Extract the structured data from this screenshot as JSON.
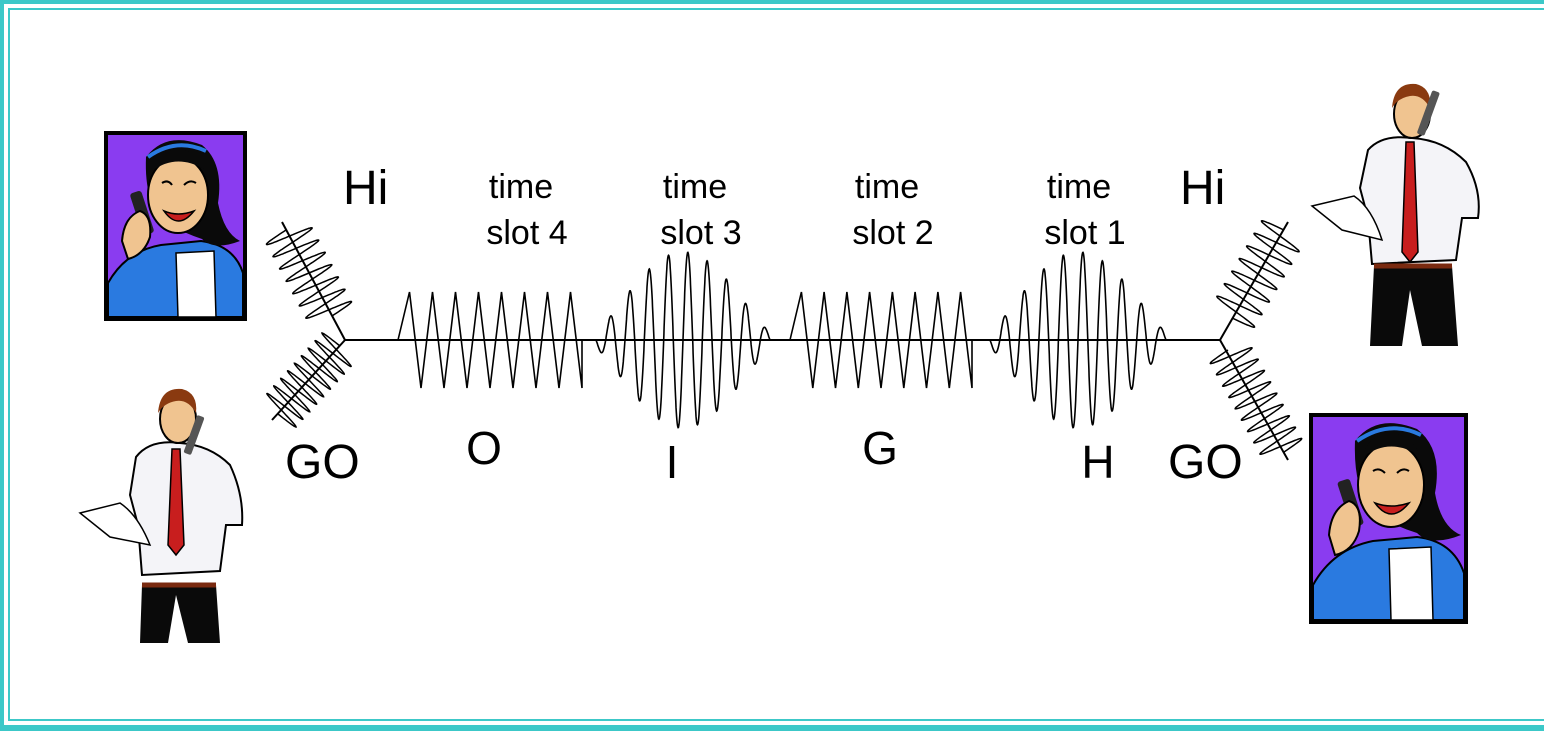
{
  "labels": {
    "hi_left": "Hi",
    "hi_right": "Hi",
    "go_left": "GO",
    "go_right": "GO"
  },
  "slots": [
    {
      "line1": "time",
      "line2": "slot 4",
      "letter": "O"
    },
    {
      "line1": "time",
      "line2": "slot 3",
      "letter": "I"
    },
    {
      "line1": "time",
      "line2": "slot 2",
      "letter": "G"
    },
    {
      "line1": "time",
      "line2": "slot 1",
      "letter": "H"
    }
  ],
  "colors": {
    "frame": "#3cc8c8",
    "photo_bg": "#8a3cf0",
    "shirt_blue": "#2a7ae0",
    "skin": "#f0c490",
    "tie": "#c81e1e"
  },
  "icons": {
    "woman": "woman-on-phone-icon",
    "man": "man-on-phone-icon",
    "antenna": "antenna-icon"
  }
}
